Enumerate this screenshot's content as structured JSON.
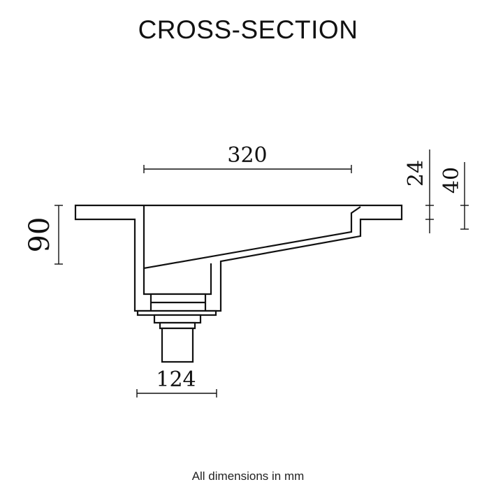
{
  "title": "CROSS-SECTION",
  "footer": "All dimensions in mm",
  "dimensions": {
    "width_top": "320",
    "depth": "90",
    "rim_thickness": "24",
    "rim_step": "40",
    "drain_width": "124"
  }
}
